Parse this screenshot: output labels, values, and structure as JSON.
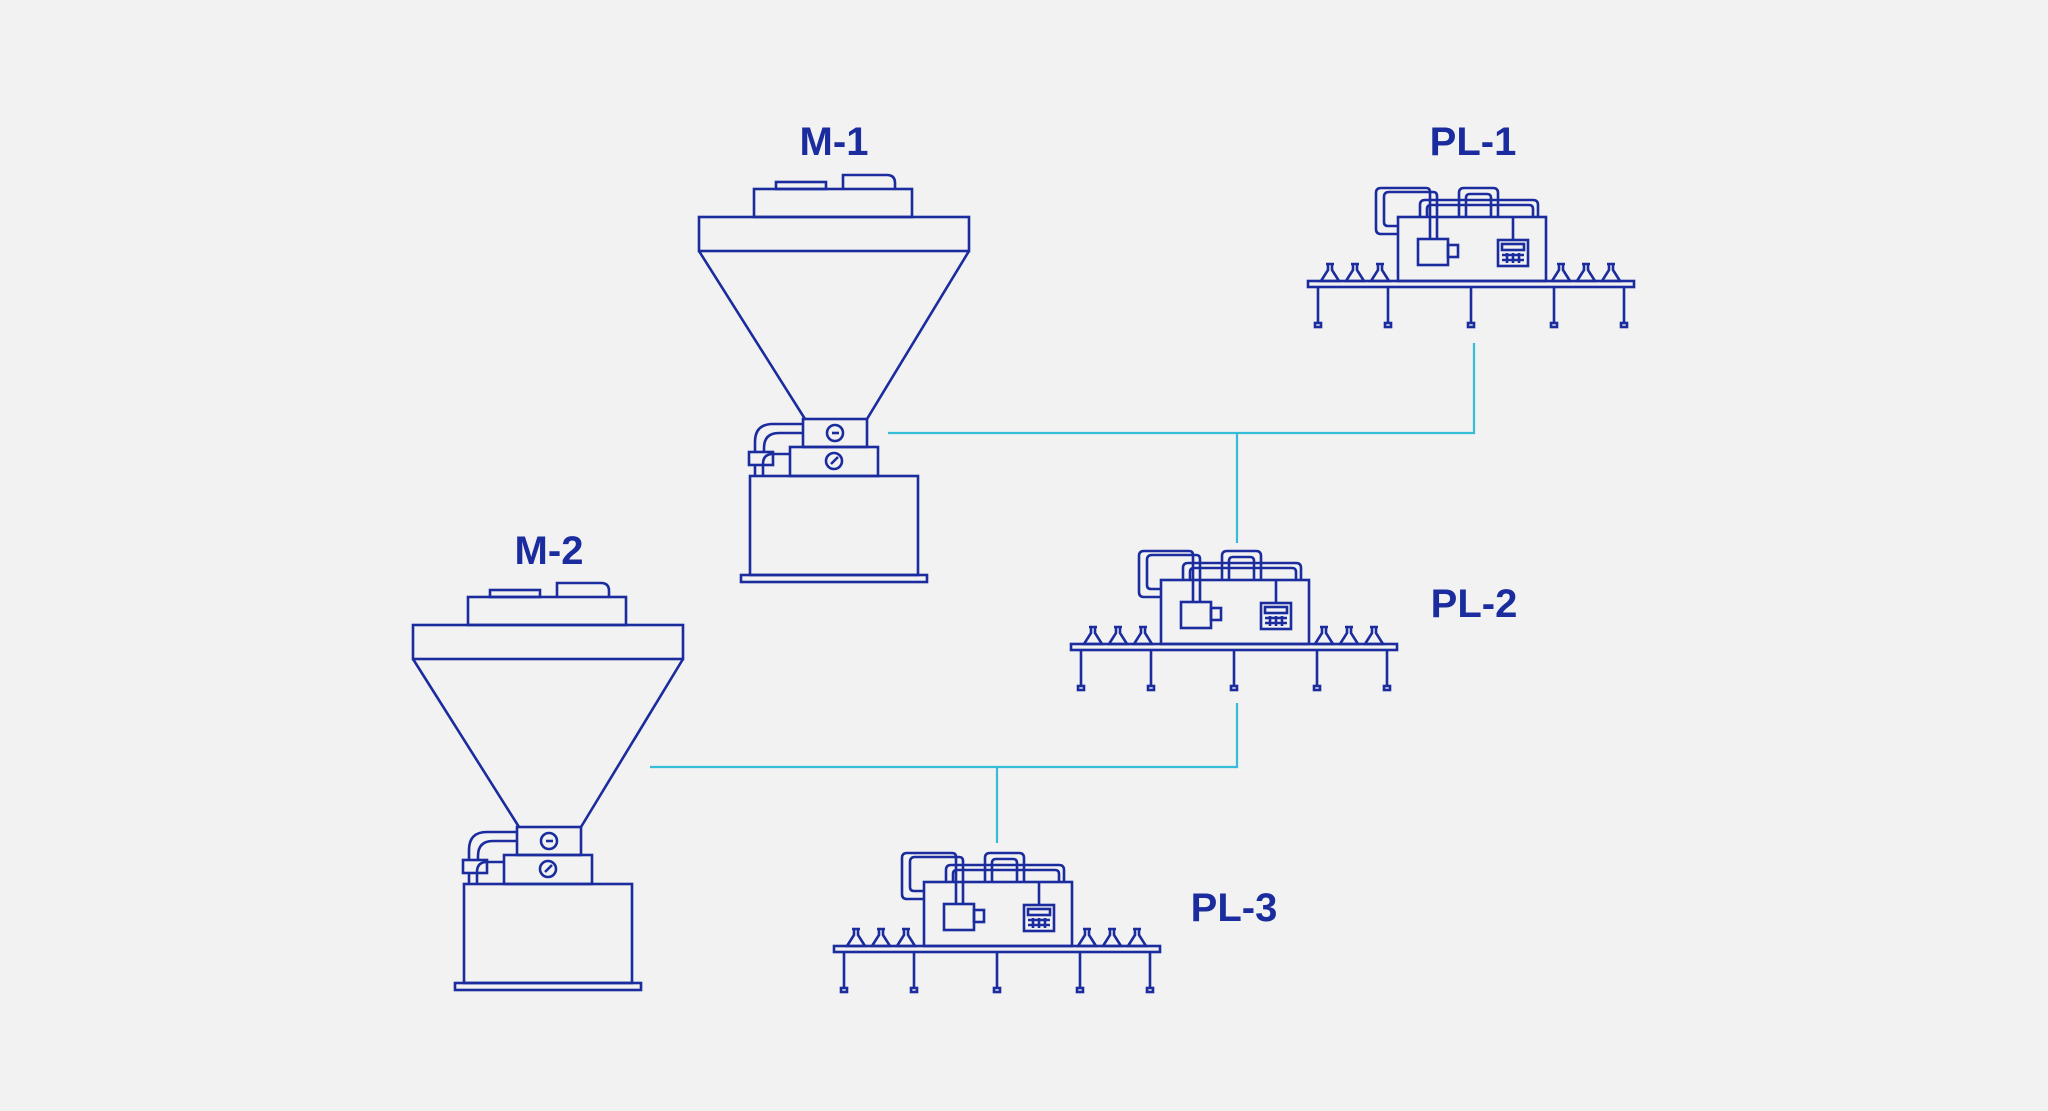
{
  "diagram": {
    "background_color": "#f2f2f2",
    "equipment_color": "#1a2c9e",
    "connector_color": "#35bcd6",
    "mixers": [
      {
        "id": "m1",
        "label": "M-1",
        "icon": "mixer-hopper-icon"
      },
      {
        "id": "m2",
        "label": "M-2",
        "icon": "mixer-hopper-icon"
      }
    ],
    "packing_lines": [
      {
        "id": "pl1",
        "label": "PL-1",
        "icon": "packing-line-icon"
      },
      {
        "id": "pl2",
        "label": "PL-2",
        "icon": "packing-line-icon"
      },
      {
        "id": "pl3",
        "label": "PL-3",
        "icon": "packing-line-icon"
      }
    ],
    "connections": [
      {
        "from": "M-1",
        "to": "PL-1"
      },
      {
        "from": "M-1",
        "to": "PL-2"
      },
      {
        "from": "M-2",
        "to": "PL-2"
      },
      {
        "from": "M-2",
        "to": "PL-3"
      }
    ]
  }
}
